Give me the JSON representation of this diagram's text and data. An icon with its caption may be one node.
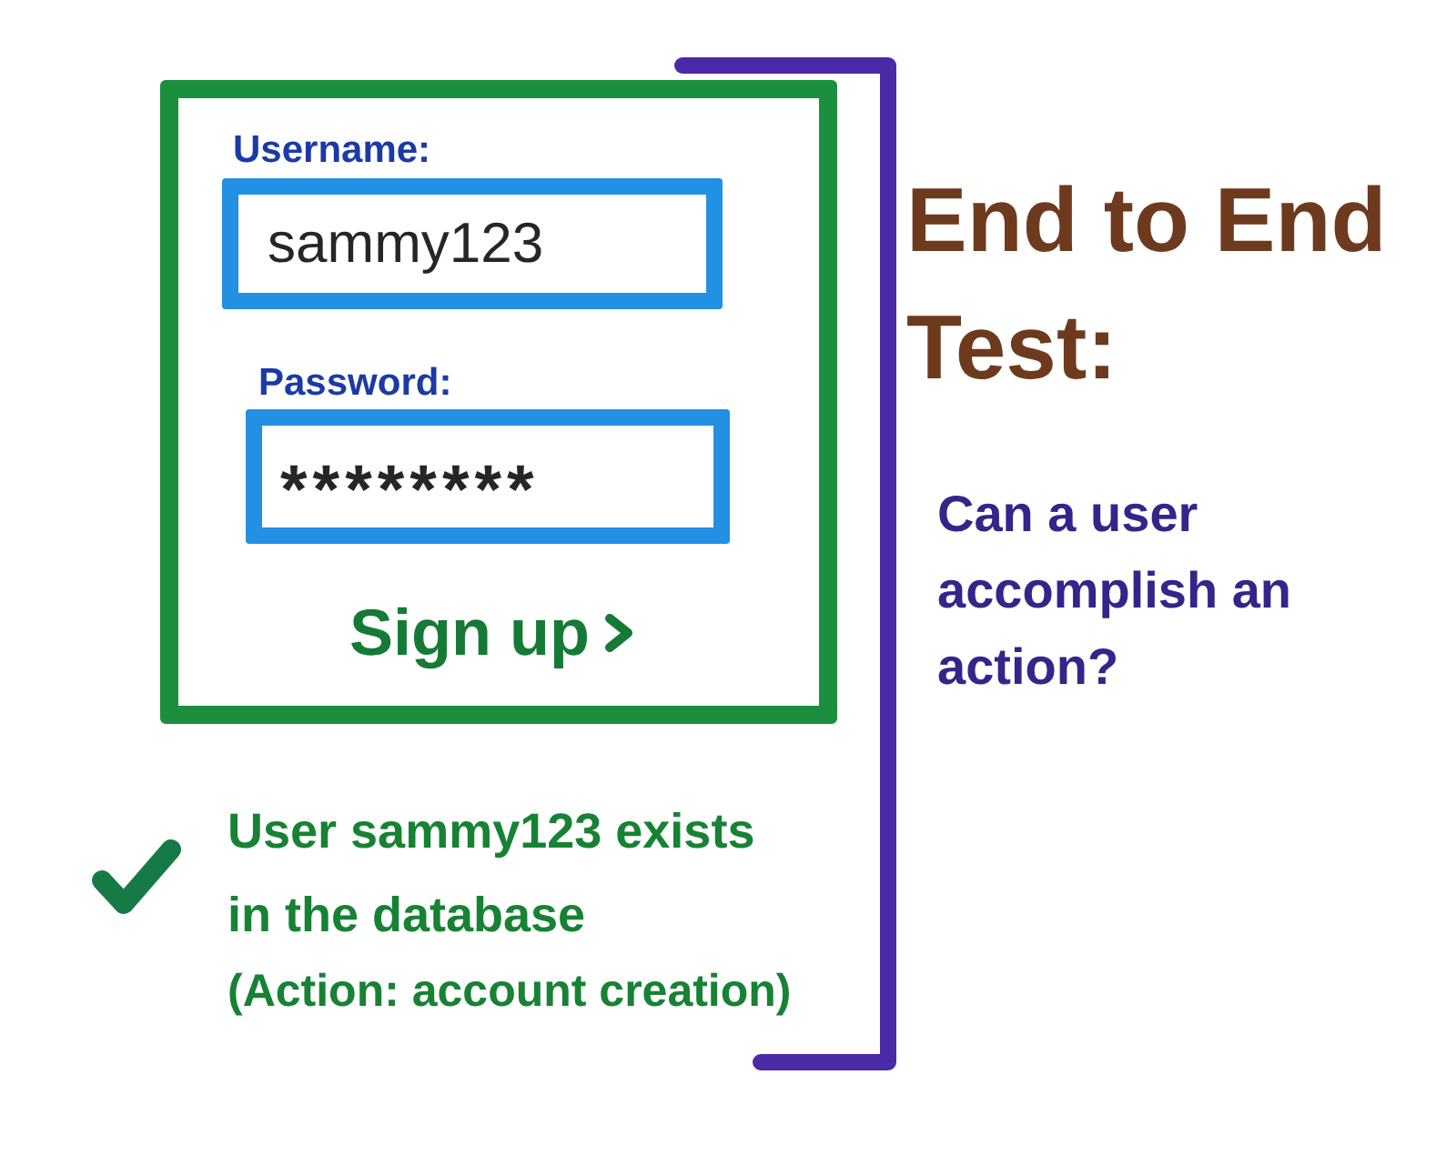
{
  "diagram": {
    "title": "End to End Test:",
    "nodes": [
      {
        "text": [
          "Username:",
          "Password:",
          "Sign up"
        ]
      },
      {
        "text": [
          "sammy123"
        ],
        "in": 0
      },
      {
        "text": [
          "********"
        ],
        "in": 0
      }
    ],
    "labels": [
      "Can a user accomplish an action?",
      "User sammy123 exists in the database",
      "(Action: account creation)"
    ]
  }
}
